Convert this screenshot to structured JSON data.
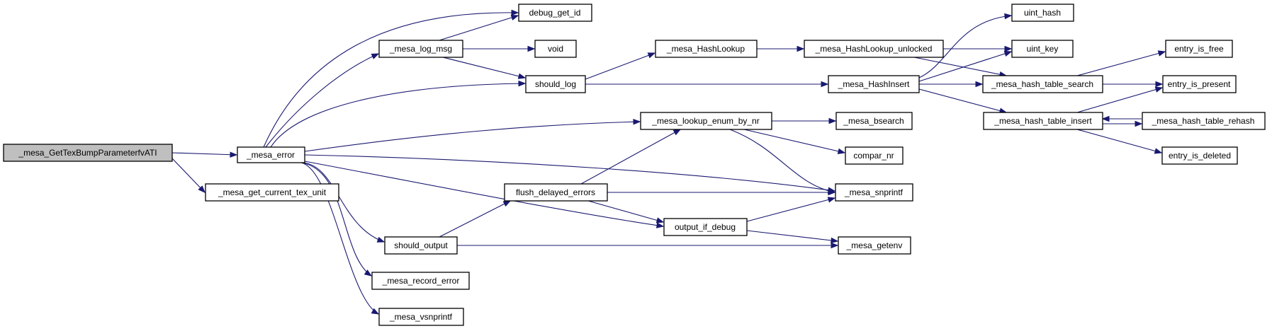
{
  "colors": {
    "edge": "#191970",
    "node_border": "#000000",
    "root_fill": "#bfbfbf",
    "node_fill": "#ffffff"
  },
  "nodes": {
    "root": "_mesa_GetTexBumpParameterfvATI",
    "mesa_error": "_mesa_error",
    "get_current_tex_unit": "_mesa_get_current_tex_unit",
    "debug_get_id": "debug_get_id",
    "log_msg": "_mesa_log_msg",
    "void": "void",
    "should_log": "should_log",
    "lookup_enum": "_mesa_lookup_enum_by_nr",
    "flush_delayed": "flush_delayed_errors",
    "should_output": "should_output",
    "output_if_debug": "output_if_debug",
    "record_error": "_mesa_record_error",
    "vsnprintf": "_mesa_vsnprintf",
    "hash_lookup": "_mesa_HashLookup",
    "hash_lookup_unlocked": "_mesa_HashLookup_unlocked",
    "hash_insert": "_mesa_HashInsert",
    "bsearch": "_mesa_bsearch",
    "compar_nr": "compar_nr",
    "snprintf": "_mesa_snprintf",
    "getenv": "_mesa_getenv",
    "uint_hash": "uint_hash",
    "uint_key": "uint_key",
    "table_search": "_mesa_hash_table_search",
    "table_insert": "_mesa_hash_table_insert",
    "entry_is_free": "entry_is_free",
    "entry_is_present": "entry_is_present",
    "table_rehash": "_mesa_hash_table_rehash",
    "entry_is_deleted": "entry_is_deleted"
  }
}
